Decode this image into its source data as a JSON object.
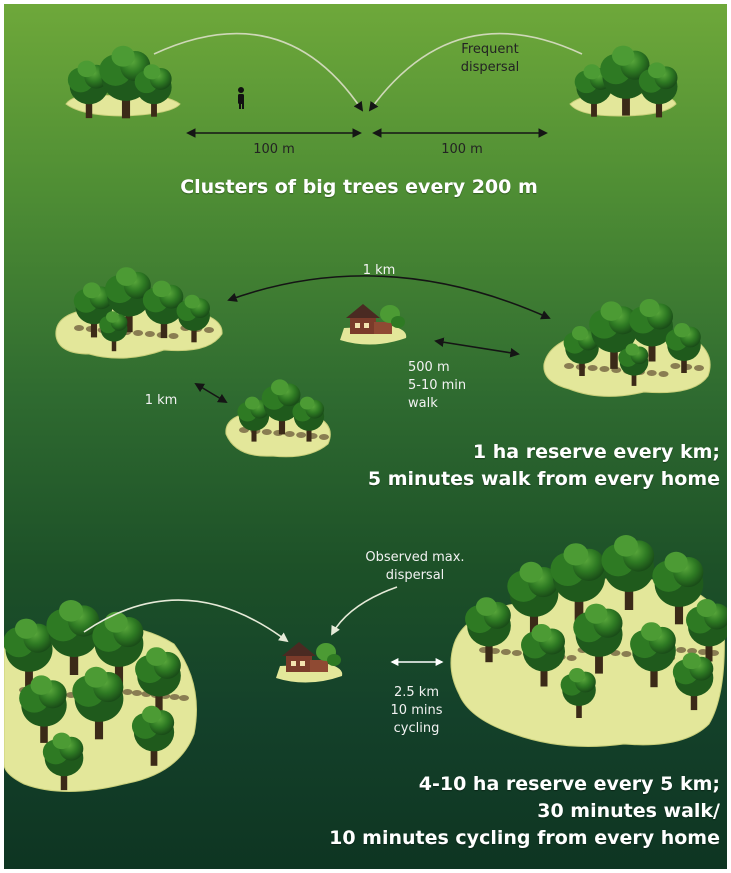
{
  "section1": {
    "dispersal_label_line1": "Frequent",
    "dispersal_label_line2": "dispersal",
    "distance_left": "100 m",
    "distance_right": "100 m",
    "heading": "Clusters of big trees every 200 m"
  },
  "section2": {
    "distance_top": "1 km",
    "distance_left": "1 km",
    "walk_line1": "500 m",
    "walk_line2": "5-10 min",
    "walk_line3": "walk",
    "heading_line1": "1 ha reserve every km;",
    "heading_line2": "5 minutes walk from every home"
  },
  "section3": {
    "dispersal_line1": "Observed max.",
    "dispersal_line2": "dispersal",
    "cycle_line1": "2.5 km",
    "cycle_line2": "10 mins",
    "cycle_line3": "cycling",
    "heading_line1": "4-10 ha reserve every 5 km;",
    "heading_line2": "30 minutes walk/",
    "heading_line3": "10 minutes cycling from every home"
  },
  "colors": {
    "island": "#e3e79a",
    "tree_dark": "#1f5a1c",
    "tree_mid": "#2e7a23",
    "tree_light": "#4c9b34",
    "arrow_dark": "#151515",
    "arrow_light": "#d9dfc8"
  }
}
